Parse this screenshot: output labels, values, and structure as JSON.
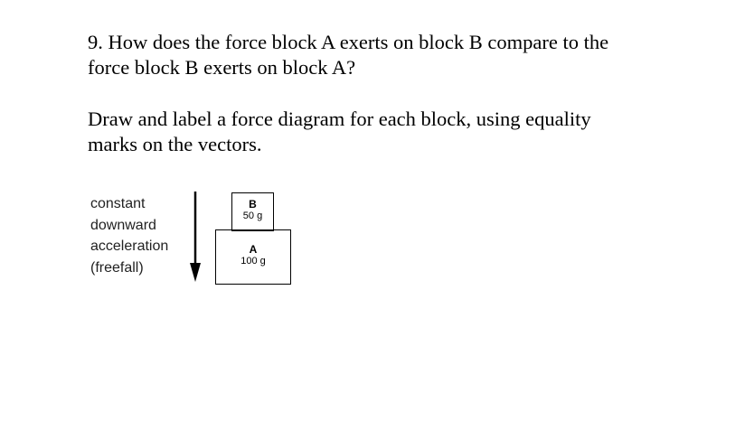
{
  "question": {
    "line1": "9. How does the force block A exerts on block B compare to the",
    "line2": "force block B exerts on block A?",
    "instruction_line1": "Draw and label a force diagram for each block, using equality",
    "instruction_line2": "marks on the vectors."
  },
  "diagram": {
    "label_lines": [
      "constant",
      "downward",
      "acceleration",
      "(freefall)"
    ],
    "block_b": {
      "name": "B",
      "mass": "50 g"
    },
    "block_a": {
      "name": "A",
      "mass": "100 g"
    }
  }
}
